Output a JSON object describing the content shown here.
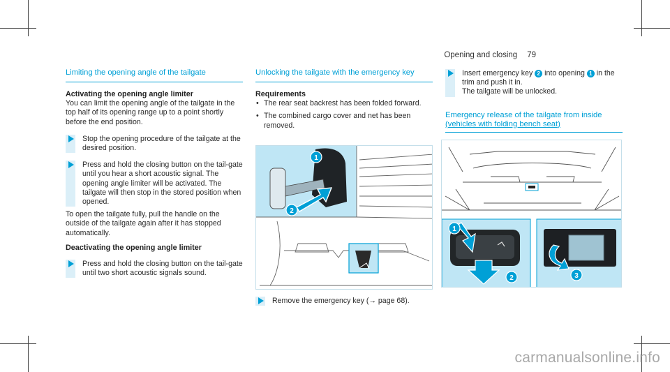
{
  "header": {
    "section": "Opening and closing",
    "page_number": "79"
  },
  "col1": {
    "title": "Limiting the opening angle of the tailgate",
    "activating": {
      "heading": "Activating the opening angle limiter",
      "intro": "You can limit the opening angle of the tailgate in the top half of its opening range up to a point shortly before the end position.",
      "step1": "Stop the opening procedure of the tailgate at the desired position.",
      "step2": "Press and hold the closing button on the tail-gate until you hear a short acoustic signal. The opening angle limiter will be activated. The tailgate will then stop in the stored position when opened.",
      "note": "To open the tailgate fully, pull the handle on the outside of the tailgate again after it has stopped automatically."
    },
    "deactivating": {
      "heading": "Deactivating the opening angle limiter",
      "step1": "Press and hold the closing button on the tail-gate until two short acoustic signals sound."
    }
  },
  "col2": {
    "title": "Unlocking the tailgate with the emergency key",
    "requirements_heading": "Requirements",
    "requirements": [
      "The rear seat backrest has been folded forward.",
      "The combined cargo cover and net has been removed."
    ],
    "step_remove_pre": "Remove the emergency key (",
    "step_remove_arrow": "→",
    "step_remove_post": " page 68)."
  },
  "col3": {
    "step_insert_1": "Insert emergency key ",
    "step_insert_marker2": "2",
    "step_insert_2": " into opening ",
    "step_insert_marker1": "1",
    "step_insert_3": " in the trim and push it in.",
    "step_insert_4": "The tailgate will be unlocked.",
    "title_line1": "Emergency release of the tailgate from inside",
    "title_line2": "(vehicles with folding bench seat)"
  },
  "figure1": {
    "markers": [
      "1",
      "2"
    ]
  },
  "figure2": {
    "markers": [
      "1",
      "2",
      "3"
    ]
  },
  "watermark": "carmanualsonline.info",
  "colors": {
    "accent": "#00a0d6",
    "highlight": "#dbeff8",
    "figure_blue": "#bfe6f5"
  }
}
